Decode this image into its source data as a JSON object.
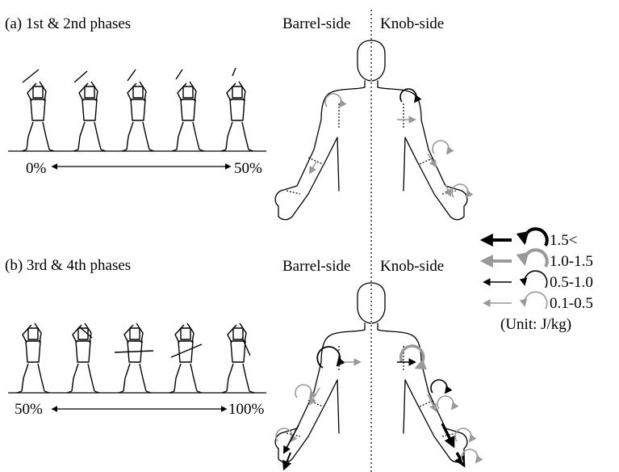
{
  "panel_a": {
    "title": "(a) 1st & 2nd phases",
    "start_pct": "0%",
    "end_pct": "50%",
    "barrel_label": "Barrel-side",
    "knob_label": "Knob-side"
  },
  "panel_b": {
    "title": "(b) 3rd & 4th phases",
    "start_pct": "50%",
    "end_pct": "100%",
    "barrel_label": "Barrel-side",
    "knob_label": "Knob-side"
  },
  "legend": {
    "items": [
      {
        "label": "1.5<",
        "color": "#000000",
        "weight": "thick"
      },
      {
        "label": "1.0-1.5",
        "color": "#999999",
        "weight": "thick"
      },
      {
        "label": "0.5-1.0",
        "color": "#000000",
        "weight": "thin"
      },
      {
        "label": "0.1-0.5",
        "color": "#999999",
        "weight": "thin"
      }
    ],
    "unit": "(Unit: J/kg)"
  }
}
